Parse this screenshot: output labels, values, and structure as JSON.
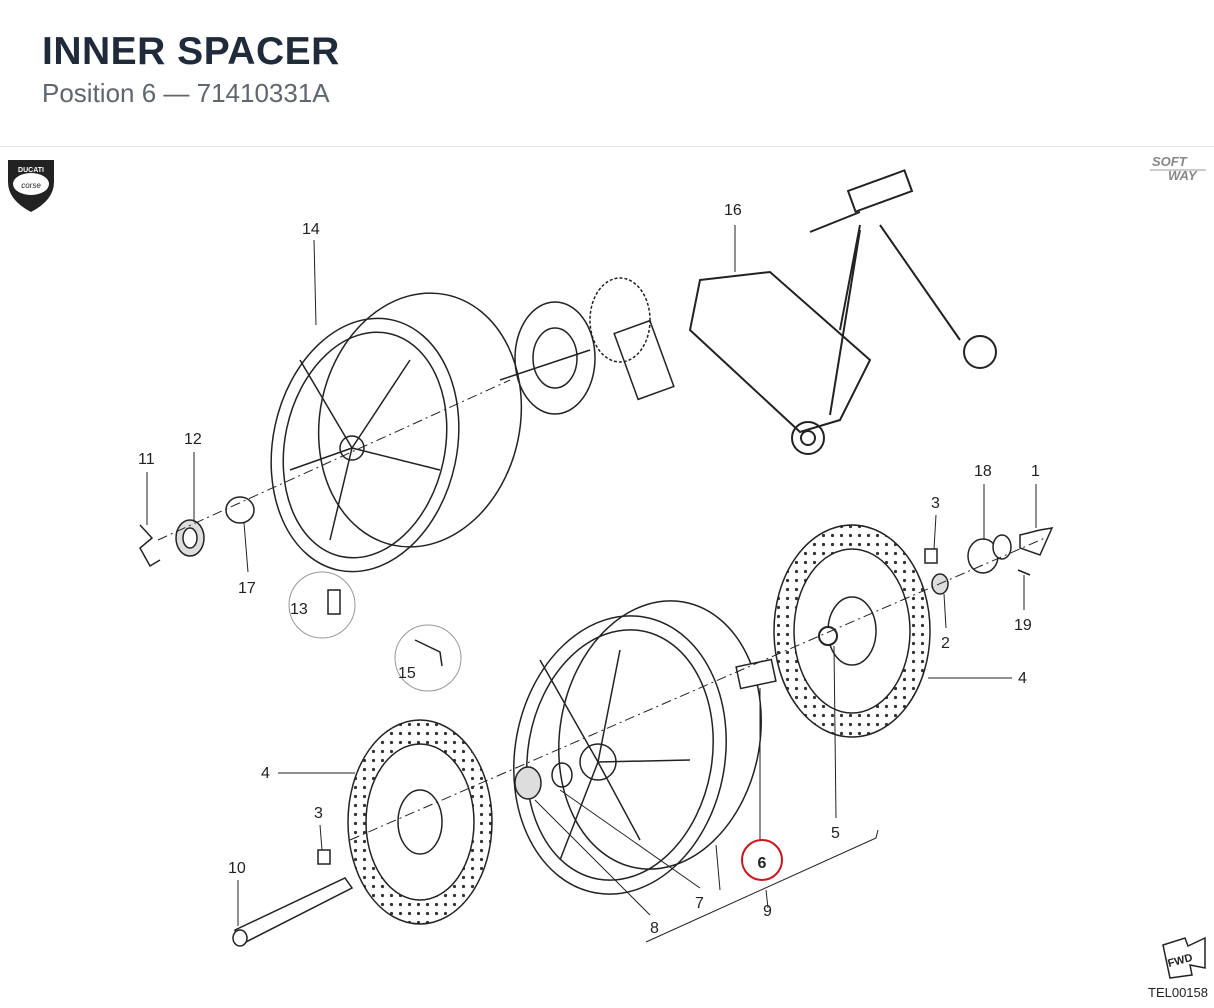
{
  "header": {
    "title": "INNER SPACER",
    "subtitle": "Position 6 — 71410331A"
  },
  "logos": {
    "left": "ducati-corse-logo",
    "right": "soft-way-logo"
  },
  "diagram": {
    "ref_code": "TEL00158",
    "fwd_label": "FWD",
    "highlighted": "6",
    "highlight_color": "#d0121b",
    "callouts": [
      {
        "id": "1",
        "label": "1"
      },
      {
        "id": "2",
        "label": "2"
      },
      {
        "id": "3a",
        "label": "3"
      },
      {
        "id": "3b",
        "label": "3"
      },
      {
        "id": "4a",
        "label": "4"
      },
      {
        "id": "4b",
        "label": "4"
      },
      {
        "id": "5",
        "label": "5"
      },
      {
        "id": "6",
        "label": "6"
      },
      {
        "id": "7",
        "label": "7"
      },
      {
        "id": "8",
        "label": "8"
      },
      {
        "id": "9",
        "label": "9"
      },
      {
        "id": "10",
        "label": "10"
      },
      {
        "id": "11",
        "label": "11"
      },
      {
        "id": "12",
        "label": "12"
      },
      {
        "id": "13",
        "label": "13"
      },
      {
        "id": "14",
        "label": "14"
      },
      {
        "id": "15",
        "label": "15"
      },
      {
        "id": "16",
        "label": "16"
      },
      {
        "id": "17",
        "label": "17"
      },
      {
        "id": "18",
        "label": "18"
      },
      {
        "id": "19",
        "label": "19"
      }
    ]
  }
}
